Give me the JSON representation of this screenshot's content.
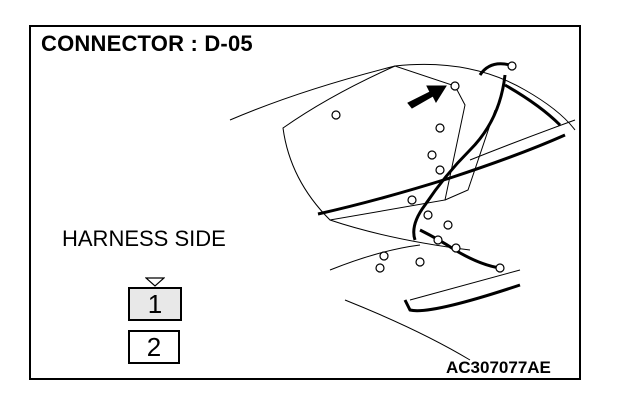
{
  "connector": {
    "title": "CONNECTOR : D-05"
  },
  "harness": {
    "label": "HARNESS SIDE"
  },
  "pins": [
    {
      "number": "1"
    },
    {
      "number": "2"
    }
  ],
  "figure": {
    "code": "AC307077AE"
  },
  "colors": {
    "line": "#000000",
    "pin_fill": "#e8e8e8",
    "background": "#ffffff"
  }
}
